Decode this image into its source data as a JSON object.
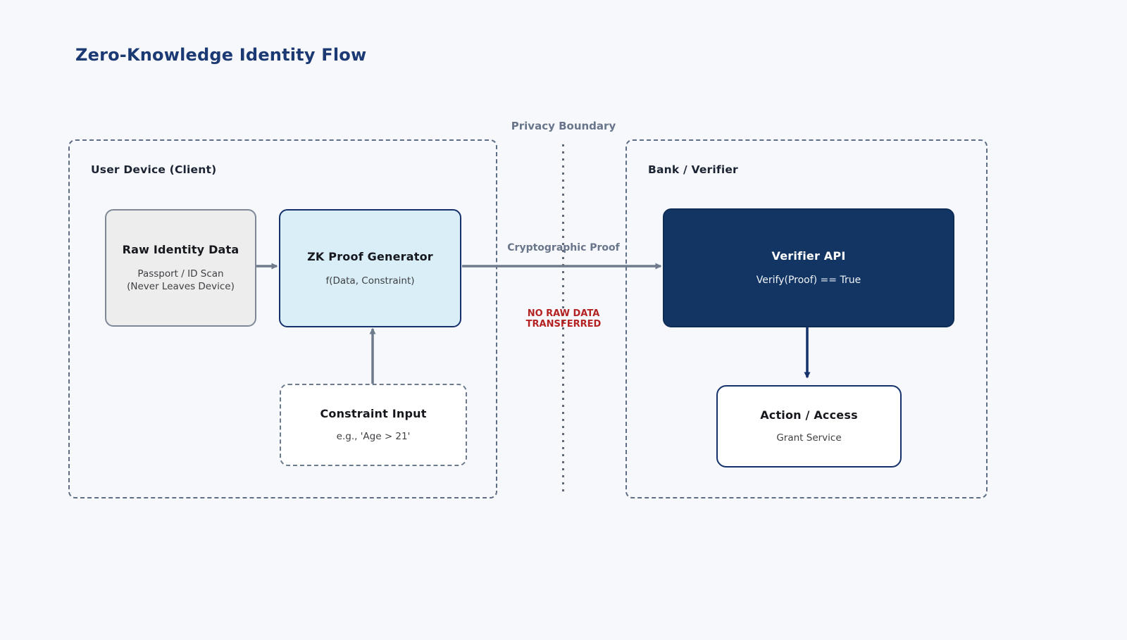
{
  "title": "Zero-Knowledge Identity Flow",
  "privacy_boundary": {
    "label": "Privacy Boundary",
    "proof_label": "Cryptographic Proof",
    "warning_line1": "NO RAW DATA",
    "warning_line2": "TRANSFERRED"
  },
  "client": {
    "label": "User Device (Client)",
    "nodes": {
      "raw_identity": {
        "title": "Raw Identity Data",
        "subtitle_line1": "Passport / ID Scan",
        "subtitle_line2": "(Never Leaves Device)"
      },
      "zk_generator": {
        "title": "ZK Proof Generator",
        "subtitle": "f(Data, Constraint)"
      },
      "constraint_input": {
        "title": "Constraint Input",
        "subtitle": "e.g., 'Age > 21'"
      }
    }
  },
  "verifier": {
    "label": "Bank / Verifier",
    "nodes": {
      "verifier_api": {
        "title": "Verifier API",
        "subtitle": "Verify(Proof) == True"
      },
      "action_access": {
        "title": "Action / Access",
        "subtitle": "Grant Service"
      }
    }
  },
  "colors": {
    "background": "#f7f8fb",
    "title_navy": "#1b3a73",
    "navy_fill": "#123563",
    "navy_border": "#14316b",
    "cyan_fill": "#daeef8",
    "gray_fill": "#ededee",
    "gray_border": "#7e8896",
    "dashed_slate": "#5f6e84",
    "slate_label": "#68758a",
    "arrow_gray": "#6e7b8c",
    "warning_red": "#b42222"
  }
}
